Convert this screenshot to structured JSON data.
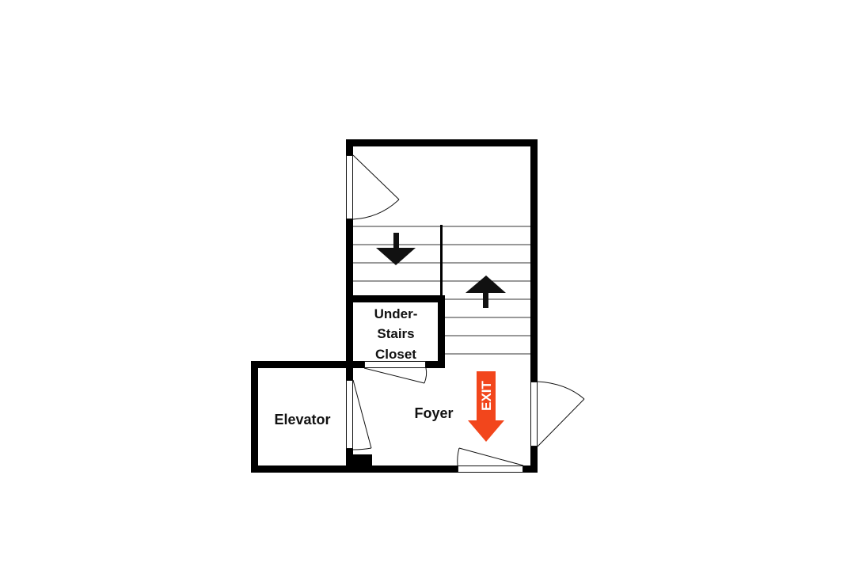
{
  "rooms": {
    "closet": {
      "line1": "Under-",
      "line2": "Stairs",
      "line3": "Closet"
    },
    "elevator": "Elevator",
    "foyer": "Foyer"
  },
  "exit_sign": {
    "text": "EXIT",
    "color": "#f2461c"
  },
  "icons": {
    "stairs_down": "arrow-down-icon",
    "stairs_up": "arrow-up-icon",
    "exit": "exit-arrow-icon"
  },
  "colors": {
    "wall": "#000000",
    "exit": "#f2461c"
  }
}
